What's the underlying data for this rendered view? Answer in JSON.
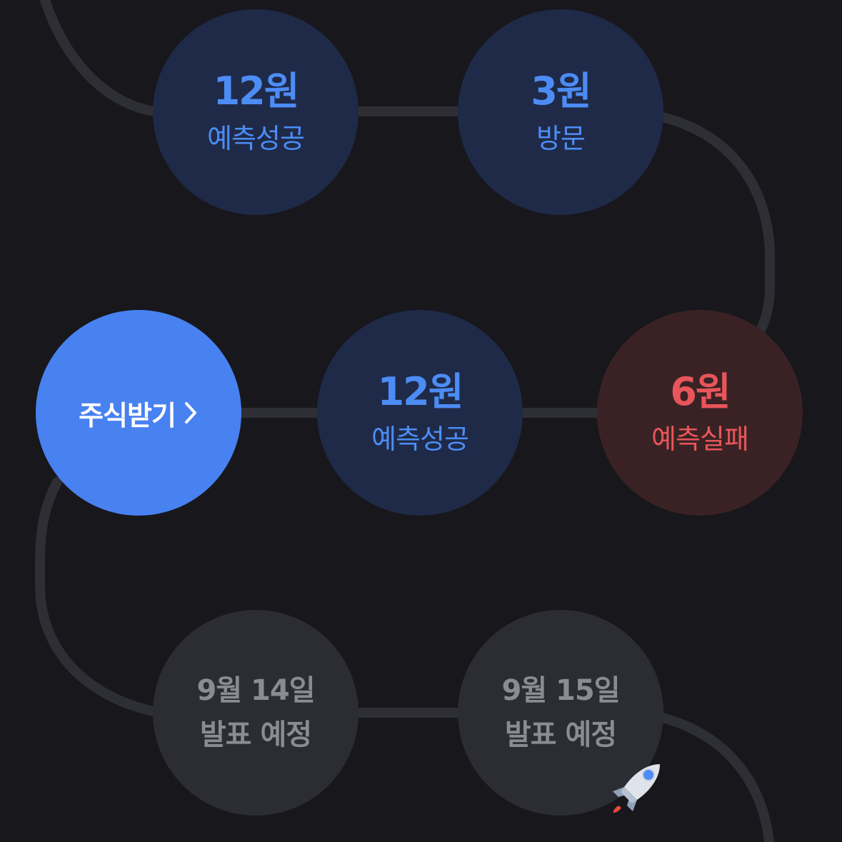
{
  "nodes": {
    "row1_left": {
      "amount": "12원",
      "status": "예측성공"
    },
    "row1_right": {
      "amount": "3원",
      "status": "방문"
    },
    "row2_middle": {
      "amount": "12원",
      "status": "예측성공"
    },
    "row2_right": {
      "amount": "6원",
      "status": "예측실패"
    },
    "claim": {
      "label": "주식받기",
      "icon": "chevron-right-icon"
    },
    "row3_left": {
      "date": "9월 14일",
      "note": "발표 예정"
    },
    "row3_right": {
      "date": "9월 15일",
      "note": "발표 예정"
    }
  },
  "decorations": {
    "rocket": "rocket-icon"
  },
  "colors": {
    "background": "#17171c",
    "path": "#2e2e35",
    "success_circle": "#1f2a48",
    "success_text": "#4c8cf5",
    "fail_circle": "#3a2224",
    "fail_text": "#e8555a",
    "pending_circle": "#2c2c33",
    "pending_text": "#8b8b93",
    "claim_circle": "#4881f0"
  }
}
